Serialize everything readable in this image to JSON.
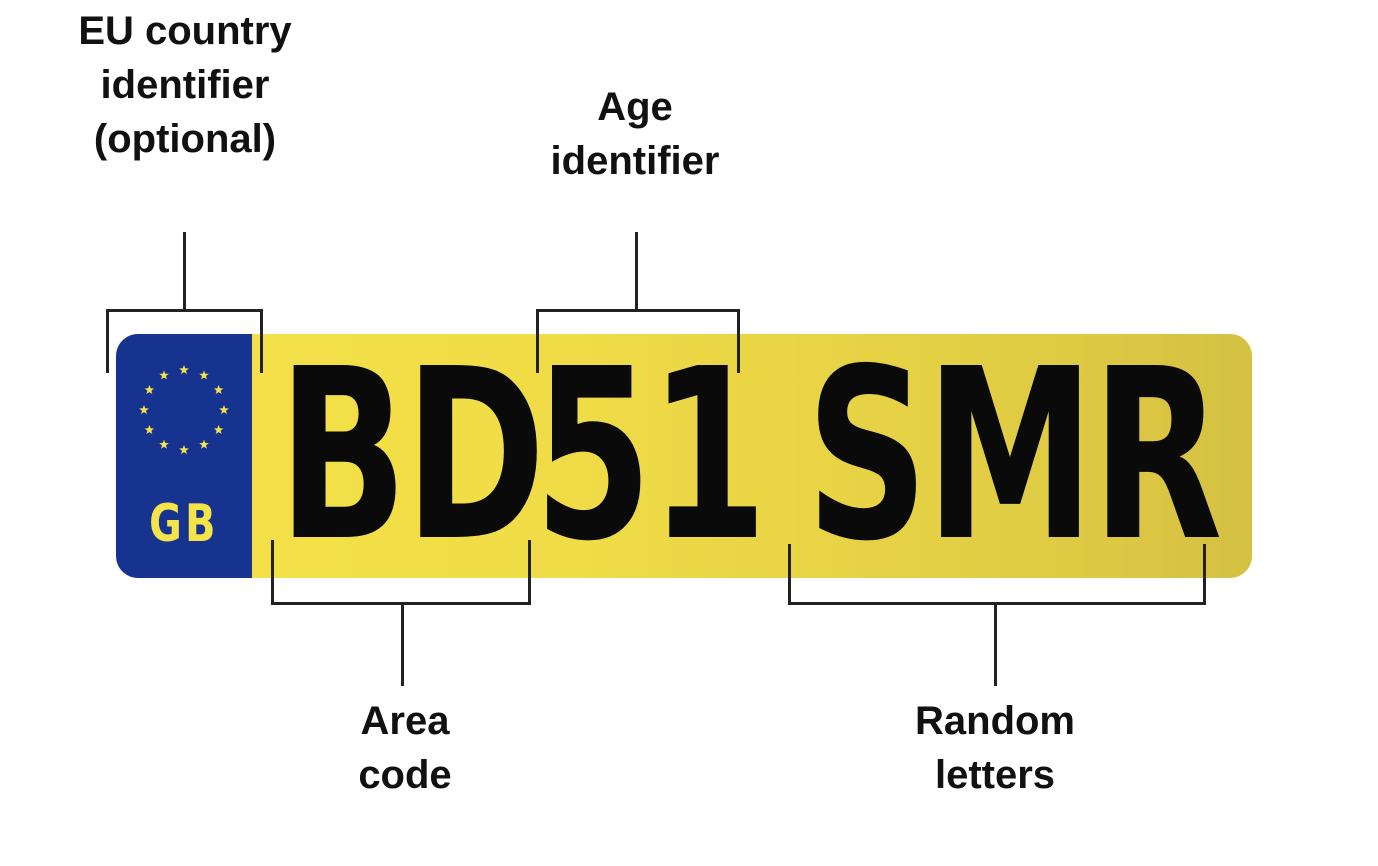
{
  "labels": {
    "eu_country": [
      "EU country",
      "identifier",
      "(optional)"
    ],
    "age": [
      "Age",
      "identifier"
    ],
    "area": [
      "Area",
      "code"
    ],
    "random": [
      "Random",
      "letters"
    ]
  },
  "plate": {
    "country_code": "GB",
    "area_code": "BD",
    "age_identifier": "51",
    "random_letters": "SMR",
    "stars": 12,
    "colors": {
      "plate_yellow": "#f2df48",
      "eu_blue": "#15338f",
      "star_yellow": "#f5e34a",
      "text": "#0a0a0a"
    }
  }
}
